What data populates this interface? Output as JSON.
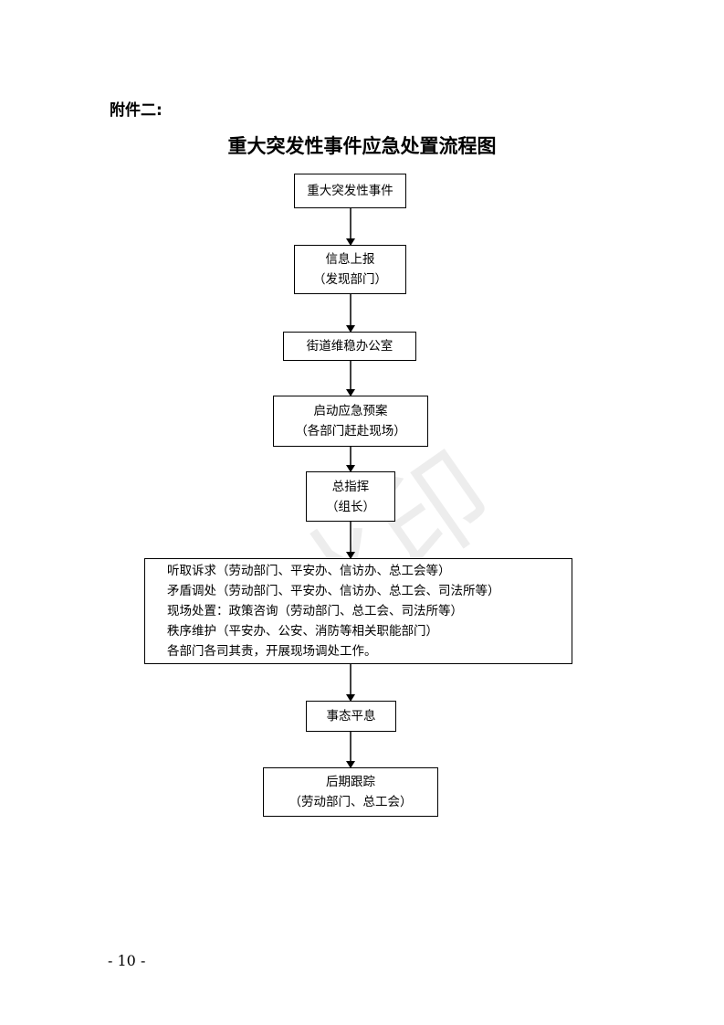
{
  "header": {
    "attachment_label": "附件二:",
    "title": "重大突发性事件应急处置流程图"
  },
  "flow": {
    "box1": [
      "重大突发性事件"
    ],
    "box2": [
      "信息上报",
      "（发现部门）"
    ],
    "box3": [
      "街道维稳办公室"
    ],
    "box4": [
      "启动应急预案",
      "（各部门赶赴现场）"
    ],
    "box5": [
      "总指挥",
      "（组长）"
    ],
    "box6": [
      "听取诉求（劳动部门、平安办、信访办、总工会等）",
      "矛盾调处（劳动部门、平安办、信访办、总工会、司法所等）",
      "现场处置：政策咨询（劳动部门、总工会、司法所等）",
      "秩序维护（平安办、公安、消防等相关职能部门）",
      "各部门各司其责，开展现场调处工作。"
    ],
    "box7": [
      "事态平息"
    ],
    "box8": [
      "后期跟踪",
      "（劳动部门、总工会）"
    ]
  },
  "watermark": "水印",
  "footer": {
    "page_number": "- 10 -"
  }
}
